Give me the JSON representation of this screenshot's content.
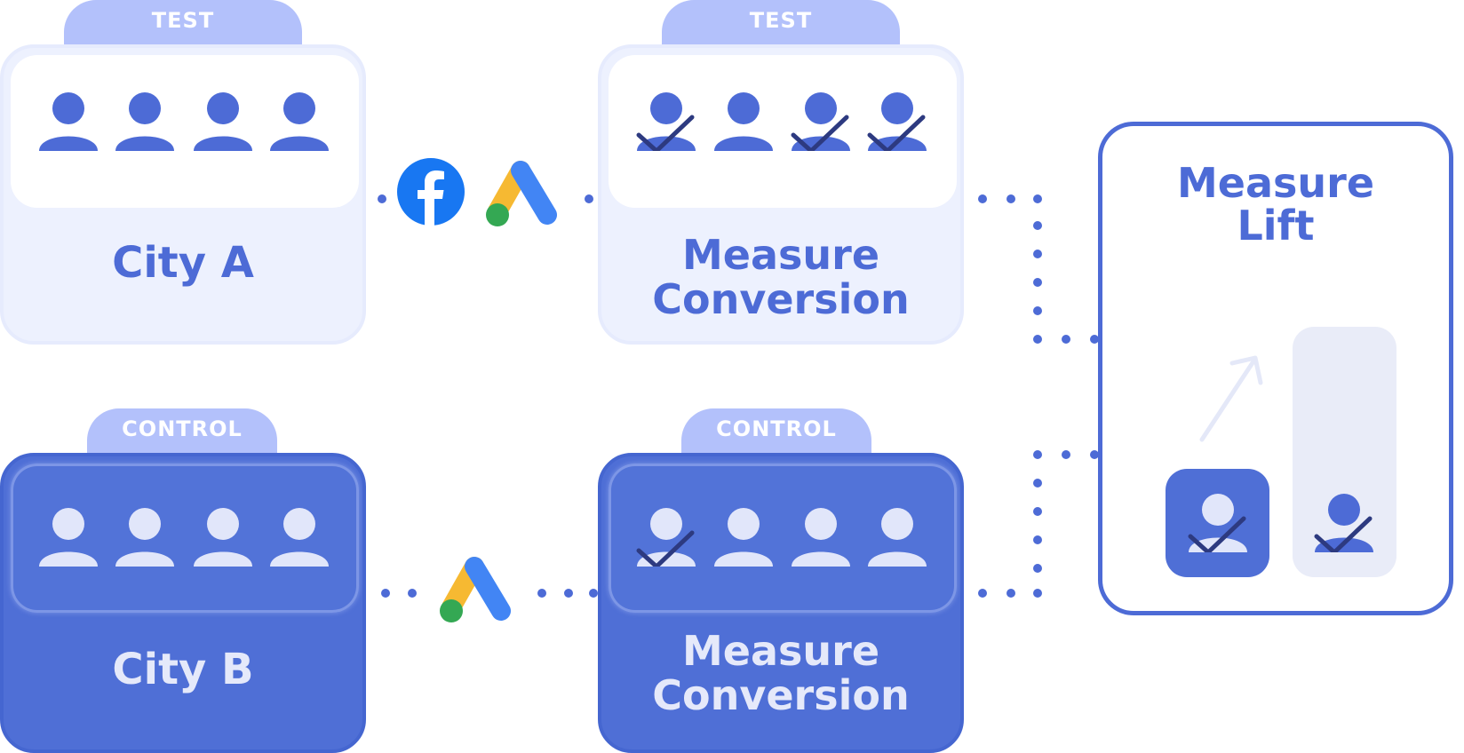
{
  "test_group": {
    "city": {
      "tab": "TEST",
      "label": "City A"
    },
    "conversion": {
      "tab": "TEST",
      "label_line1": "Measure",
      "label_line2": "Conversion"
    },
    "channels": [
      "facebook-icon",
      "google-ads-icon"
    ]
  },
  "control_group": {
    "city": {
      "tab": "CONTROL",
      "label": "City B"
    },
    "conversion": {
      "tab": "CONTROL",
      "label_line1": "Measure",
      "label_line2": "Conversion"
    },
    "channels": [
      "google-ads-icon"
    ]
  },
  "lift": {
    "title_line1": "Measure",
    "title_line2": "Lift"
  },
  "colors": {
    "primary": "#4d6bd6",
    "tab": "#b3c1fb",
    "test_card": "#edf1fe",
    "control_card": "#4f6fd6",
    "check": "#2d3a80"
  }
}
